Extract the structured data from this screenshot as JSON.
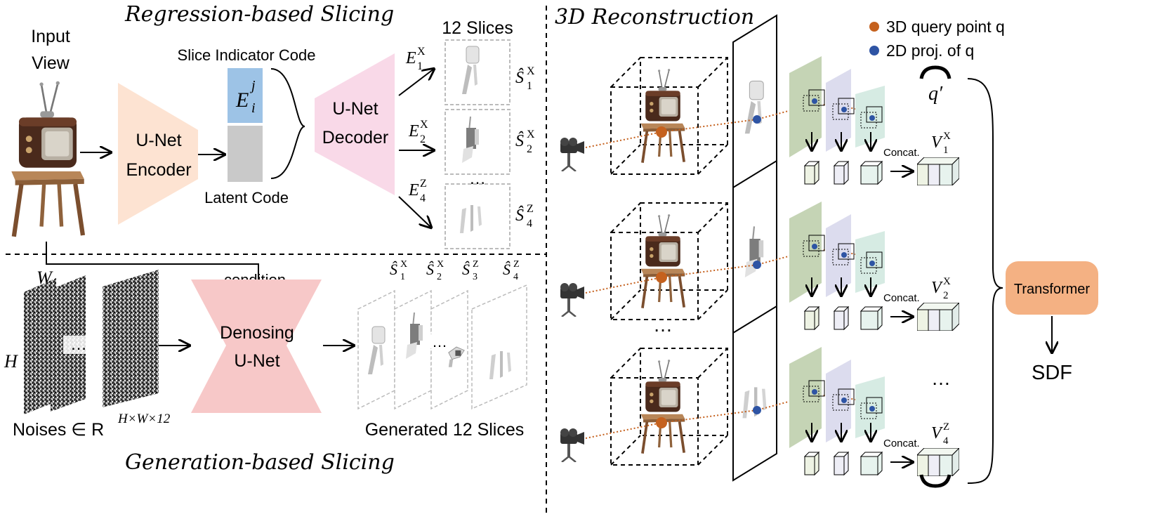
{
  "sections": {
    "regression_title": "Regression-based Slicing",
    "generation_title": "Generation-based Slicing",
    "reconstruction_title": "3D Reconstruction"
  },
  "regression": {
    "input_view_line1": "Input",
    "input_view_line2": "View",
    "encoder_line1": "U-Net",
    "encoder_line2": "Encoder",
    "slice_indicator_label": "Slice Indicator Code",
    "latent_label": "Latent Code",
    "code_symbol": "E",
    "code_sup": "j",
    "code_sub": "i",
    "decoder_line1": "U-Net",
    "decoder_line2": "Decoder",
    "slices_title": "12 Slices",
    "ellipsis": "…",
    "outputs": [
      {
        "code": "E",
        "code_sub": "1",
        "code_sup": "X",
        "slice": "Ŝ",
        "slice_sub": "1",
        "slice_sup": "X"
      },
      {
        "code": "E",
        "code_sub": "2",
        "code_sup": "X",
        "slice": "Ŝ",
        "slice_sub": "2",
        "slice_sup": "X"
      },
      {
        "code": "E",
        "code_sub": "4",
        "code_sup": "Z",
        "slice": "Ŝ",
        "slice_sub": "4",
        "slice_sup": "Z"
      }
    ]
  },
  "generation": {
    "w_label": "W",
    "h_label": "H",
    "noise_ellipsis": "…",
    "noises_prefix": "Noises ∈ R",
    "noises_sup": "H×W×12",
    "condition_label": "condition",
    "denoise_line1": "Denosing",
    "denoise_line2": "U-Net",
    "generated_label": "Generated 12 Slices",
    "slice_ellipsis": "…",
    "slice_labels": [
      {
        "s": "Ŝ",
        "sub": "1",
        "sup": "X"
      },
      {
        "s": "Ŝ",
        "sub": "2",
        "sup": "X"
      },
      {
        "s": "Ŝ",
        "sub": "3",
        "sup": "Z"
      },
      {
        "s": "Ŝ",
        "sub": "4",
        "sup": "Z"
      }
    ]
  },
  "reconstruction": {
    "legend": [
      {
        "label": "3D query point q",
        "color": "#c5611e"
      },
      {
        "label": "2D proj. of q",
        "color": "#2e54a4"
      }
    ],
    "q_prime": "q′",
    "concat_label": "Concat.",
    "middle_ellipsis": "…",
    "volume_labels": [
      {
        "v": "V",
        "sub": "1",
        "sup": "X"
      },
      {
        "v": "V",
        "sub": "2",
        "sup": "X"
      },
      {
        "v": "V",
        "sub": "4",
        "sup": "Z"
      }
    ],
    "transformer_label": "Transformer",
    "sdf_label": "SDF",
    "feature_ellipsis": "…"
  },
  "colors": {
    "encoder": "#fde3d2",
    "decoder": "#f9d9e8",
    "denoiser": "#f7c8c8",
    "indicator_code": "#9dc3e6",
    "latent_code": "#c9c9c9",
    "transformer": "#f4b183",
    "feature_green": "#c5d4b5",
    "feature_lavender": "#dcdcee",
    "feature_teal": "#d6ebe3",
    "trace": "#c5611e",
    "projection": "#2e54a4"
  }
}
